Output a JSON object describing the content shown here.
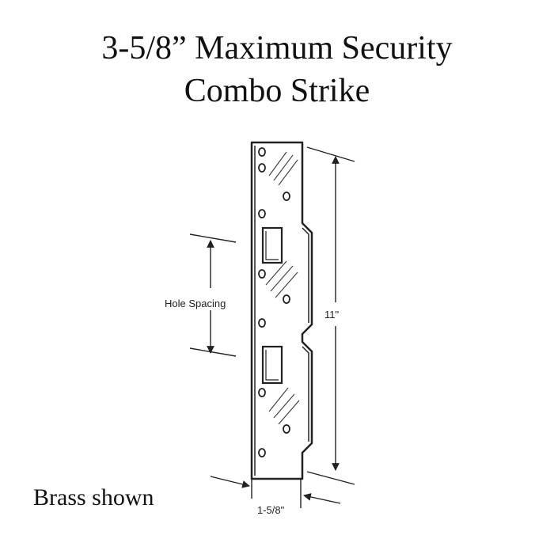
{
  "title": {
    "line1": "3-5/8” Maximum Security",
    "line2": "Combo Strike"
  },
  "dimensions": {
    "hole_spacing": "Hole Spacing",
    "length": "11\"",
    "width": "1-5/8\""
  },
  "caption": "Brass shown",
  "colors": {
    "line": "#222222",
    "plate_fill": "#ffffff"
  }
}
